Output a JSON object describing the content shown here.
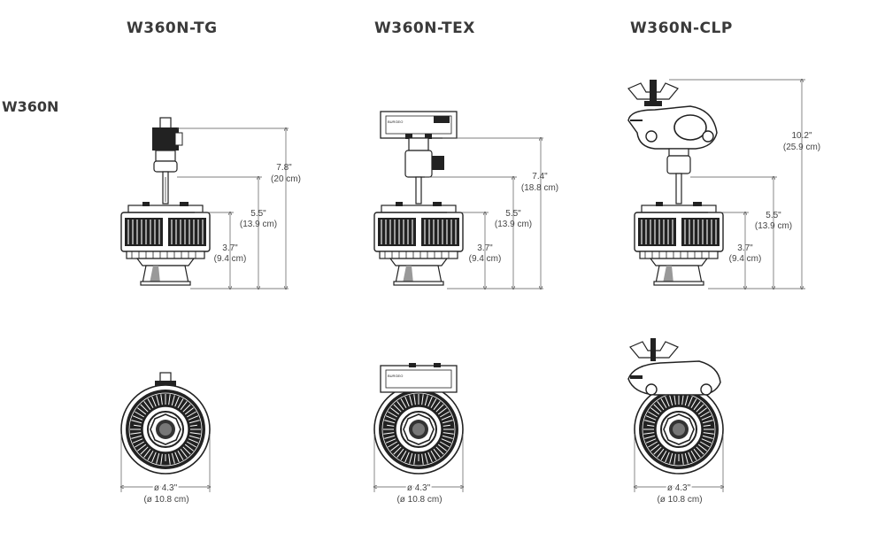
{
  "row_label": "W360N",
  "models": [
    {
      "name": "W360N-TG",
      "side_dims": [
        {
          "inches": "7.8\"",
          "cm": "(20 cm)"
        },
        {
          "inches": "5.5\"",
          "cm": "(13.9 cm)"
        },
        {
          "inches": "3.7\"",
          "cm": "(9.4 cm)"
        }
      ],
      "front_dim": {
        "inches": "ø 4.3\"",
        "cm": "(ø 10.8 cm)"
      }
    },
    {
      "name": "W360N-TEX",
      "side_dims": [
        {
          "inches": "7.4\"",
          "cm": "(18.8 cm)"
        },
        {
          "inches": "5.5\"",
          "cm": "(13.9 cm)"
        },
        {
          "inches": "3.7\"",
          "cm": "(9.4 cm)"
        }
      ],
      "front_dim": {
        "inches": "ø 4.3\"",
        "cm": "(ø 10.8 cm)"
      }
    },
    {
      "name": "W360N-CLP",
      "side_dims": [
        {
          "inches": "10.2\"",
          "cm": "(25.9 cm)"
        },
        {
          "inches": "5.5\"",
          "cm": "(13.9 cm)"
        },
        {
          "inches": "3.7\"",
          "cm": "(9.4 cm)"
        }
      ],
      "front_dim": {
        "inches": "ø 4.3\"",
        "cm": "(ø 10.8 cm)"
      }
    }
  ]
}
